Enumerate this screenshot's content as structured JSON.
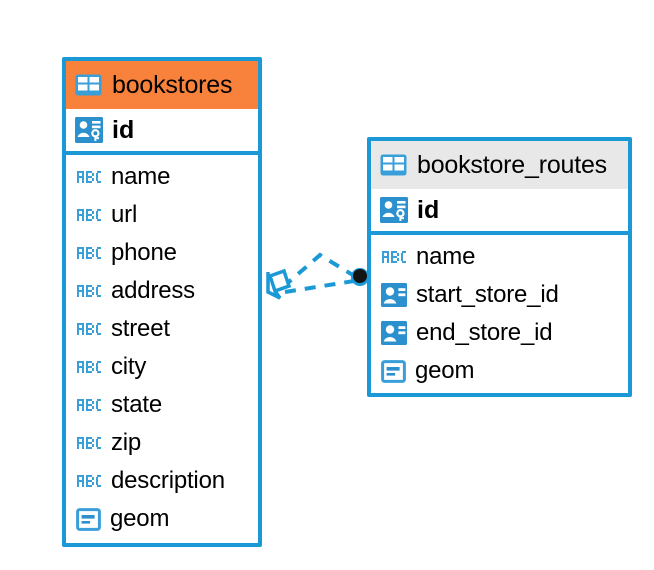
{
  "diagram": {
    "type": "entity-relationship-diagram",
    "background": "#ffffff",
    "accent_color": "#1a99d6",
    "selected_header_color": "#f8823c",
    "header_color": "#e8e8e8"
  },
  "entities": [
    {
      "id": "bookstores",
      "title": "bookstores",
      "selected": true,
      "primary_key": {
        "name": "id",
        "icon": "primary-key-icon"
      },
      "attributes": [
        {
          "name": "name",
          "icon": "abc-icon"
        },
        {
          "name": "url",
          "icon": "abc-icon"
        },
        {
          "name": "phone",
          "icon": "abc-icon"
        },
        {
          "name": "address",
          "icon": "abc-icon"
        },
        {
          "name": "street",
          "icon": "abc-icon"
        },
        {
          "name": "city",
          "icon": "abc-icon"
        },
        {
          "name": "state",
          "icon": "abc-icon"
        },
        {
          "name": "zip",
          "icon": "abc-icon"
        },
        {
          "name": "description",
          "icon": "abc-icon"
        },
        {
          "name": "geom",
          "icon": "geometry-icon"
        }
      ]
    },
    {
      "id": "bookstore_routes",
      "title": "bookstore_routes",
      "selected": false,
      "primary_key": {
        "name": "id",
        "icon": "primary-key-icon"
      },
      "attributes": [
        {
          "name": "name",
          "icon": "abc-icon"
        },
        {
          "name": "start_store_id",
          "icon": "foreign-key-icon"
        },
        {
          "name": "end_store_id",
          "icon": "foreign-key-icon"
        },
        {
          "name": "geom",
          "icon": "geometry-icon"
        }
      ]
    }
  ],
  "relationship": {
    "from_entity": "bookstores",
    "to_entity": "bookstore_routes",
    "line_style": "dashed",
    "line_color": "#1a99d6",
    "source_marker": "crows-foot-diamond-icon",
    "target_marker": "filled-circle-icon",
    "target_marker_color": "#1a1a1a"
  }
}
